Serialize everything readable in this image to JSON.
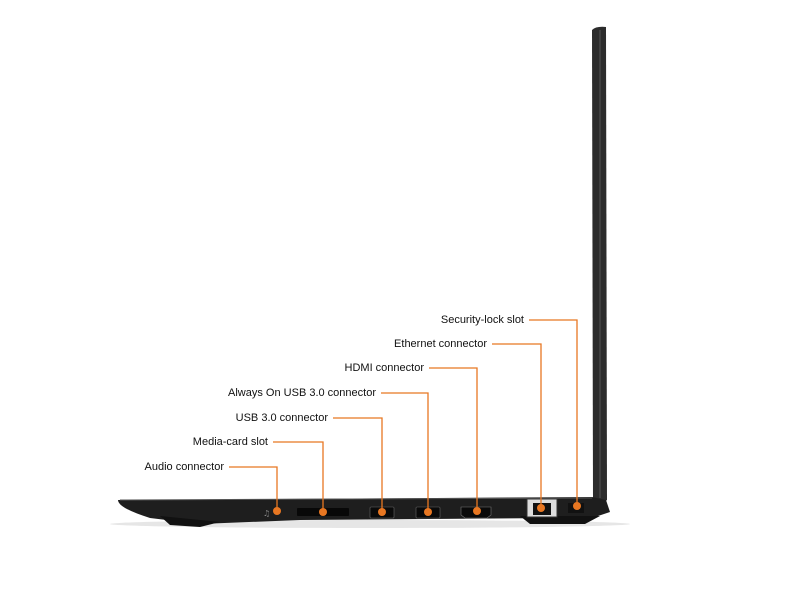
{
  "diagram": {
    "accent_color": "#e87722",
    "callouts": [
      {
        "id": "security-lock-slot",
        "label": "Security-lock slot"
      },
      {
        "id": "ethernet-connector",
        "label": "Ethernet connector"
      },
      {
        "id": "hdmi-connector",
        "label": "HDMI connector"
      },
      {
        "id": "always-on-usb-connector",
        "label": "Always On USB 3.0 connector"
      },
      {
        "id": "usb-connector",
        "label": "USB 3.0 connector"
      },
      {
        "id": "media-card-slot",
        "label": "Media-card slot"
      },
      {
        "id": "audio-connector",
        "label": "Audio connector"
      }
    ]
  }
}
